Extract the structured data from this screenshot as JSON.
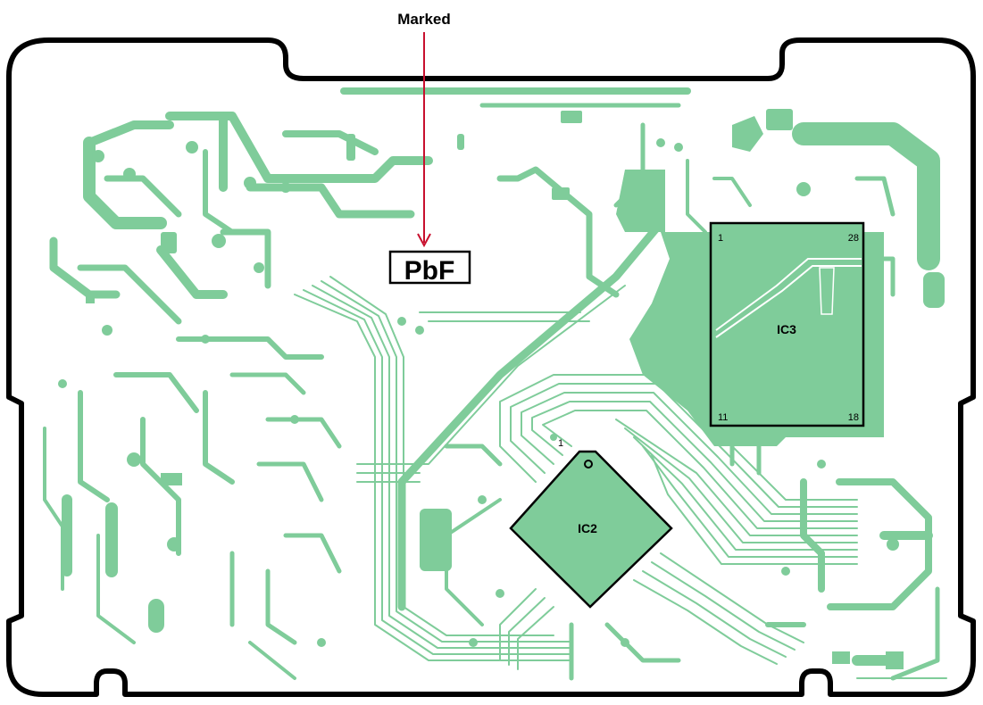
{
  "callout": {
    "text": "Marked",
    "arrow_color": "#c8102e"
  },
  "pbf_mark": {
    "text": "PbF"
  },
  "ic3": {
    "label": "IC3",
    "pin_top_left": "1",
    "pin_top_right": "28",
    "pin_bottom_left": "11",
    "pin_bottom_right": "18"
  },
  "ic2": {
    "label": "IC2",
    "pin1": "1"
  },
  "colors": {
    "copper": "#7fcc9a",
    "outline": "#000000",
    "background": "#ffffff"
  }
}
